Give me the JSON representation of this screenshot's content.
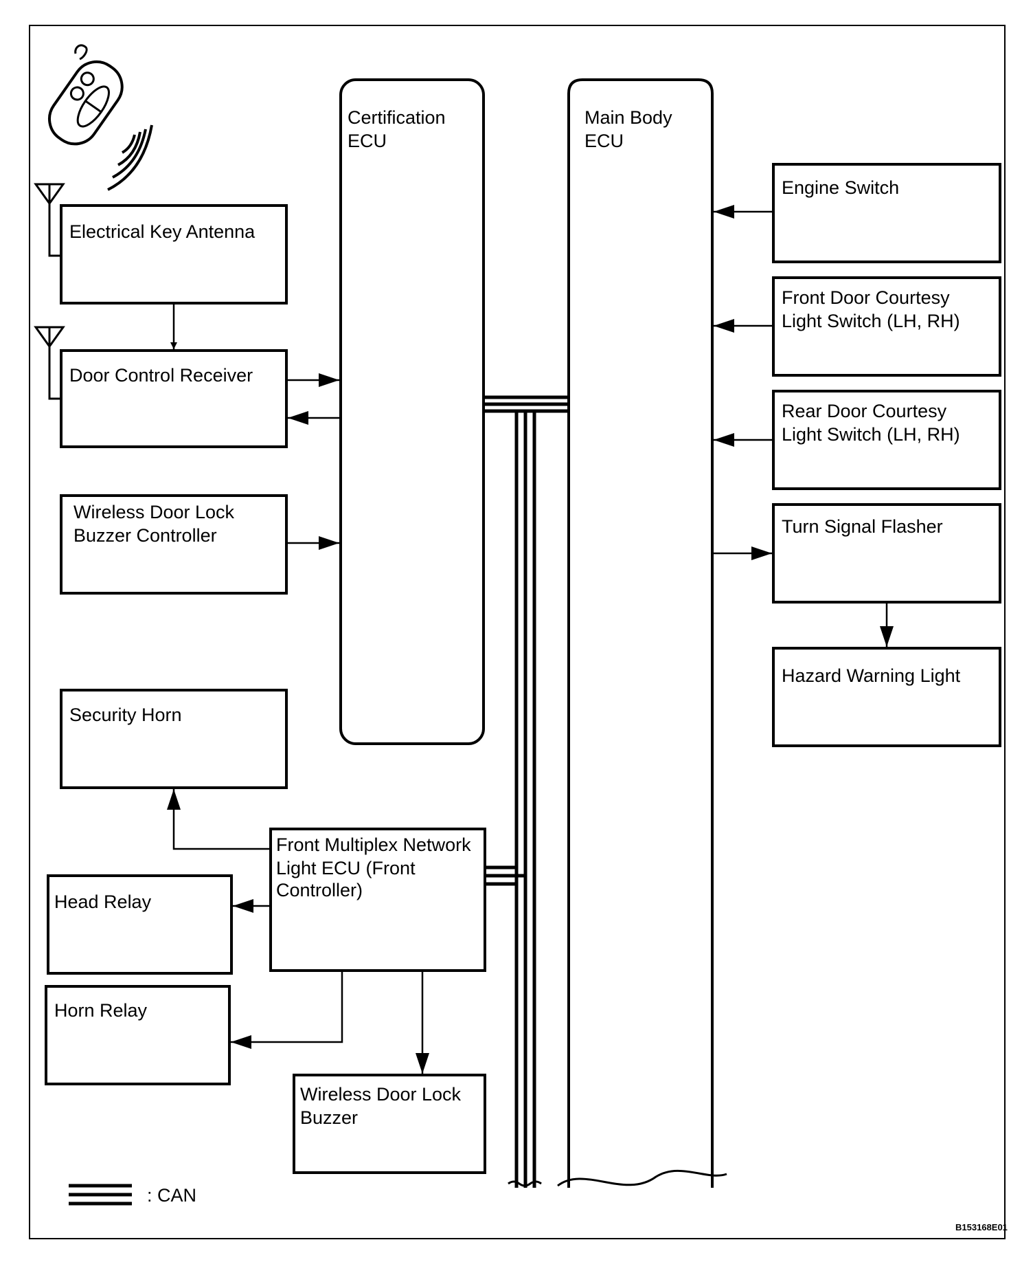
{
  "components": {
    "electrical_key_antenna": "Electrical Key Antenna",
    "door_control_receiver": "Door Control Receiver",
    "wireless_door_lock_buzzer_controller": [
      "Wireless Door Lock",
      "Buzzer Controller"
    ],
    "security_horn": "Security Horn",
    "front_multiplex_network_light_ecu": [
      "Front Multiplex Network",
      "Light ECU (Front",
      "Controller)"
    ],
    "head_relay": "Head Relay",
    "horn_relay": "Horn Relay",
    "wireless_door_lock_buzzer": [
      "Wireless Door Lock",
      "Buzzer"
    ],
    "certification_ecu": [
      "Certification",
      "ECU"
    ],
    "main_body_ecu": [
      "Main Body",
      "ECU"
    ],
    "engine_switch": "Engine Switch",
    "front_door_courtesy_light_switch": [
      "Front Door Courtesy",
      "Light Switch (LH, RH)"
    ],
    "rear_door_courtesy_light_switch": [
      "Rear Door Courtesy",
      "Light Switch (LH, RH)"
    ],
    "turn_signal_flasher": "Turn Signal Flasher",
    "hazard_warning_light": "Hazard Warning Light"
  },
  "legend": {
    "can_label": ": CAN"
  },
  "figure_code": "B153168E01",
  "colors": {
    "line": "#000000",
    "background": "#ffffff"
  }
}
